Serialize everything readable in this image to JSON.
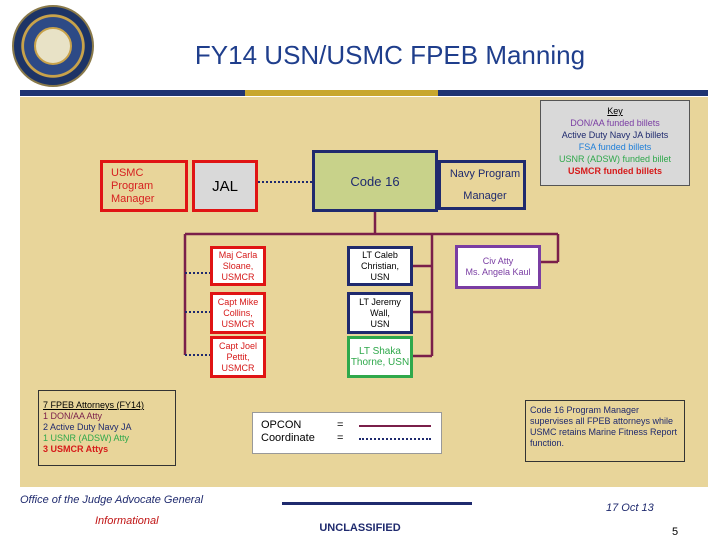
{
  "title": "FY14 USN/USMC FPEB Manning",
  "org_chart": {
    "usmc_program_manager": "USMC Program Manager",
    "jal": "JAL",
    "code16": "Code 16",
    "navy_program_manager": "Navy Program Manager",
    "attorneys": [
      {
        "line1": "Maj Carla Sloane,",
        "line2": "USMCR"
      },
      {
        "line1": "Capt Mike Collins,",
        "line2": "USMCR"
      },
      {
        "line1": "Capt Joel",
        "line2": "Pettit,",
        "line3": "USMCR"
      }
    ],
    "navy_lts": [
      {
        "line1": "LT Caleb Christian,",
        "line2": "USN"
      },
      {
        "line1": "LT Jeremy Wall,",
        "line2": "USN"
      },
      {
        "line1": "LT Shaka Thorne, USN"
      }
    ],
    "civ_atty": {
      "line1": "Civ Atty",
      "line2": "Ms. Angela Kaul"
    }
  },
  "key": {
    "title": "Key",
    "items": [
      {
        "text": "DON/AA funded billets",
        "color": "#7a3da3"
      },
      {
        "text": "Active Duty Navy JA billets",
        "color": "#1f2a6e"
      },
      {
        "text": "FSA funded billets",
        "color": "#1f7fd8"
      },
      {
        "text": "USNR (ADSW) funded billet",
        "color": "#2fa84b"
      },
      {
        "text": "USMCR funded billets",
        "color": "#d61a1a"
      }
    ]
  },
  "summary": {
    "title": "7 FPEB Attorneys (FY14)",
    "lines": [
      {
        "text": "1 DON/AA Atty",
        "color": "#7a1f4a"
      },
      {
        "text": "2 Active Duty Navy JA",
        "color": "#1f2a6e"
      },
      {
        "text": "1 USNR (ADSW) Atty",
        "color": "#2fa84b"
      },
      {
        "text": "3 USMCR Attys",
        "color": "#d61a1a"
      }
    ]
  },
  "legend": {
    "opcon": "OPCON",
    "coordinate": "Coordinate",
    "equals": "="
  },
  "note": "Code 16 Program Manager supervises all FPEB attorneys while USMC retains Marine Fitness Report function.",
  "footer": {
    "office": "Office of the Judge Advocate General",
    "informational": "Informational",
    "date": "17 Oct 13",
    "classification": "UNCLASSIFIED",
    "page": "5"
  }
}
